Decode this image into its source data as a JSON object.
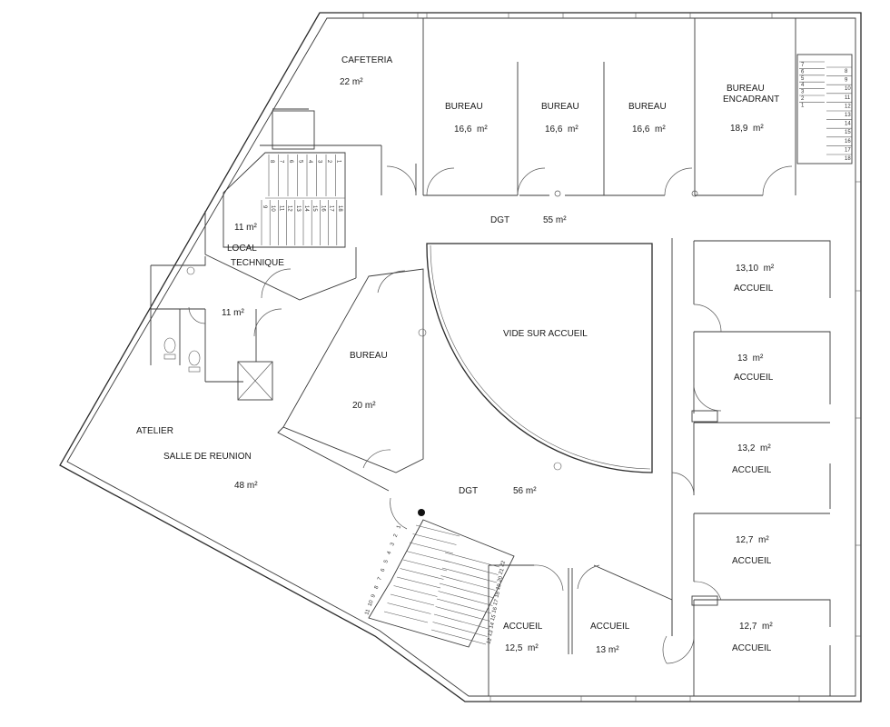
{
  "rooms": {
    "cafeteria": {
      "name": "CAFETERIA",
      "area": "22 m²"
    },
    "bureau_1": {
      "name": "BUREAU",
      "area": "16,6  m²"
    },
    "bureau_2": {
      "name": "BUREAU",
      "area": "16,6  m²"
    },
    "bureau_3": {
      "name": "BUREAU",
      "area": "16,6  m²"
    },
    "bureau_encadrant": {
      "name_line1": "BUREAU",
      "name_line2": "ENCADRANT",
      "area": "18,9  m²"
    },
    "dgt_top": {
      "name": "DGT",
      "area": "55 m²"
    },
    "local_technique": {
      "area": "11 m²",
      "name_line1": "LOCAL",
      "name_line2": "TECHNIQUE"
    },
    "wc": {
      "area": "11 m²"
    },
    "bureau_center": {
      "name": "BUREAU",
      "area": "20 m²"
    },
    "vide": {
      "name": "VIDE SUR ACCUEIL"
    },
    "atelier": {
      "name_line1": "ATELIER",
      "name_line2": "SALLE DE REUNION",
      "area": "48 m²"
    },
    "dgt_bottom": {
      "name": "DGT",
      "area": "56 m²"
    },
    "accueil_r1": {
      "area": "13,10  m²",
      "name": "ACCUEIL"
    },
    "accueil_r2": {
      "area": "13  m²",
      "name": "ACCUEIL"
    },
    "accueil_r3": {
      "area": "13,2  m²",
      "name": "ACCUEIL"
    },
    "accueil_r4": {
      "area": "12,7  m²",
      "name": "ACCUEIL"
    },
    "accueil_r5": {
      "area": "12,7  m²",
      "name": "ACCUEIL"
    },
    "accueil_b1": {
      "name": "ACCUEIL",
      "area": "12,5  m²"
    },
    "accueil_b2": {
      "name": "ACCUEIL",
      "area": "13 m²"
    }
  },
  "stairs": {
    "top_right_left": [
      "7",
      "6",
      "5",
      "4",
      "3",
      "2",
      "1"
    ],
    "top_right_right": [
      "8",
      "9",
      "10",
      "11",
      "12",
      "13",
      "14",
      "15",
      "16",
      "17",
      "18"
    ],
    "left_upper": [
      "8",
      "7",
      "6",
      "5",
      "4",
      "3",
      "2",
      "1"
    ],
    "left_lower": [
      "9",
      "10",
      "11",
      "12",
      "13",
      "14",
      "15",
      "16",
      "17",
      "18"
    ],
    "bottom_left": [
      "1",
      "2",
      "3",
      "4",
      "5",
      "6",
      "7",
      "8",
      "9",
      "10",
      "11"
    ],
    "bottom_right": [
      "22",
      "21",
      "20",
      "19",
      "18",
      "17",
      "16",
      "15",
      "14",
      "13",
      "12"
    ]
  }
}
